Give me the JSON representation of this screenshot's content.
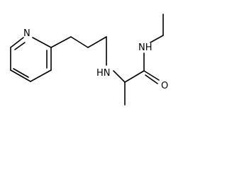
{
  "molecule": {
    "atoms": {
      "pyridine_n": "N",
      "amine_nh": "HN",
      "amide_nh": "NH",
      "carbonyl_o": "O"
    }
  }
}
